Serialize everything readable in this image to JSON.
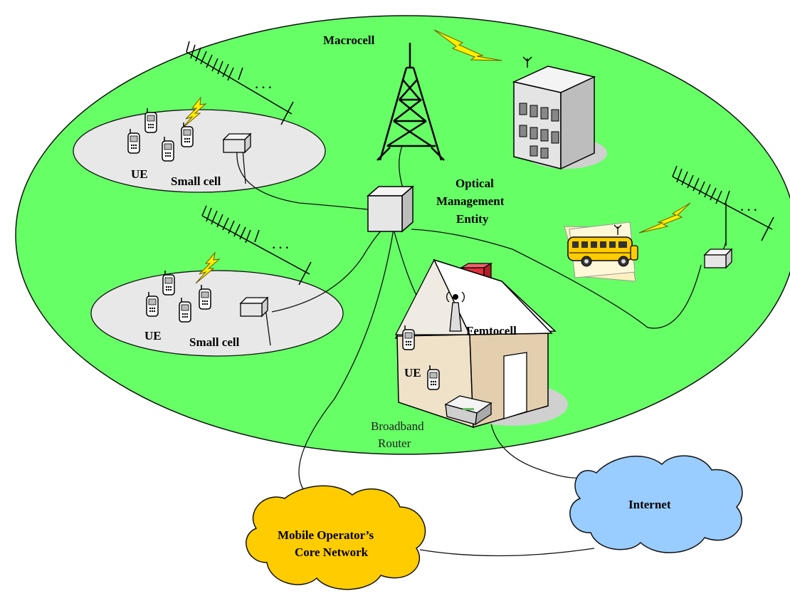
{
  "labels": {
    "macrocell": "Macrocell",
    "ome_line1": "Optical",
    "ome_line2": "Management",
    "ome_line3": "Entity",
    "small_cell_1": "Small cell",
    "small_cell_2": "Small cell",
    "ue_1": "UE",
    "ue_2": "UE",
    "ue_3": "UE",
    "femtocell": "Femtocell",
    "router_line1": "Broadband",
    "router_line2": "Router",
    "internet": "Internet",
    "core_line1": "Mobile Operator’s",
    "core_line2": "Core Network"
  },
  "colors": {
    "coverage_area": "#66ff66",
    "small_cell_area": "#e8e8e8",
    "internet_cloud": "#99ccff",
    "core_cloud": "#ffcc00",
    "lightning": "#ffee00",
    "chimney": "#e0303a"
  },
  "icons": [
    "macrocell-tower-icon",
    "building-icon",
    "school-bus-icon",
    "house-icon",
    "phone-icon",
    "antenna-icon",
    "box-icon",
    "router-icon",
    "lightning-icon"
  ]
}
